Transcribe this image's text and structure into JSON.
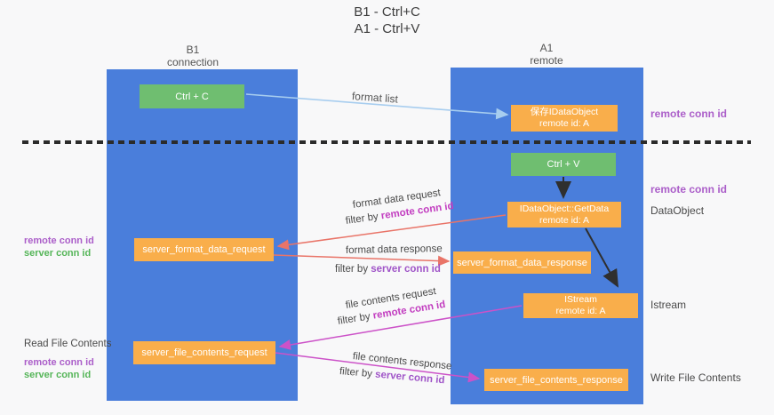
{
  "title": {
    "line1": "B1 - Ctrl+C",
    "line2": "A1 - Ctrl+V"
  },
  "lanes": {
    "left": {
      "name": "B1",
      "role": "connection"
    },
    "right": {
      "name": "A1",
      "role": "remote"
    }
  },
  "nodes": {
    "ctrl_c": {
      "label": "Ctrl + C"
    },
    "save_dataobject": {
      "line1": "保存IDataObject",
      "line2": "remote id: A"
    },
    "ctrl_v": {
      "label": "Ctrl + V"
    },
    "getdata": {
      "line1": "IDataObject::GetData",
      "line2": "remote id: A"
    },
    "format_request": {
      "label": "server_format_data_request"
    },
    "format_response": {
      "label": "server_format_data_response"
    },
    "istream": {
      "line1": "IStream",
      "line2": "remote id: A"
    },
    "file_request": {
      "label": "server_file_contents_request"
    },
    "file_response": {
      "label": "server_file_contents_response"
    }
  },
  "edges": {
    "format_list": {
      "label": "format list"
    },
    "format_request": {
      "label": "format data request",
      "filter_prefix": "filter by ",
      "filter_id": "remote conn id"
    },
    "format_response": {
      "label": "format data response",
      "filter_prefix": "filter by ",
      "filter_id": "server conn id"
    },
    "file_request": {
      "label": "file contents request",
      "filter_prefix": "filter by ",
      "filter_id": "remote conn id"
    },
    "file_response": {
      "label": "file contents response",
      "filter_prefix": "filter by ",
      "filter_id": "server conn id"
    }
  },
  "left_labels": {
    "format_group": {
      "remote": "remote conn id",
      "server": "server conn id"
    },
    "file_group": {
      "title": "Read File Contents",
      "remote": "remote conn id",
      "server": "server conn id"
    }
  },
  "right_labels": {
    "remote_top": "remote conn id",
    "remote_mid": "remote conn id",
    "dataobject": "DataObject",
    "istream": "Istream",
    "write_file": "Write File Contents"
  },
  "colors": {
    "lane_blue": "#4a7edb",
    "box_green": "#6fbe70",
    "box_orange": "#f9ae4b",
    "arrow_light_blue": "#a7cdef",
    "arrow_red": "#e97468",
    "arrow_magenta": "#cc52c8",
    "arrow_black": "#2f2f2f",
    "text_remote_purple": "#ab5ec9",
    "text_server_green": "#55b558",
    "filter_remote_magenta": "#c23ec0",
    "filter_server_purple": "#a055c8"
  }
}
